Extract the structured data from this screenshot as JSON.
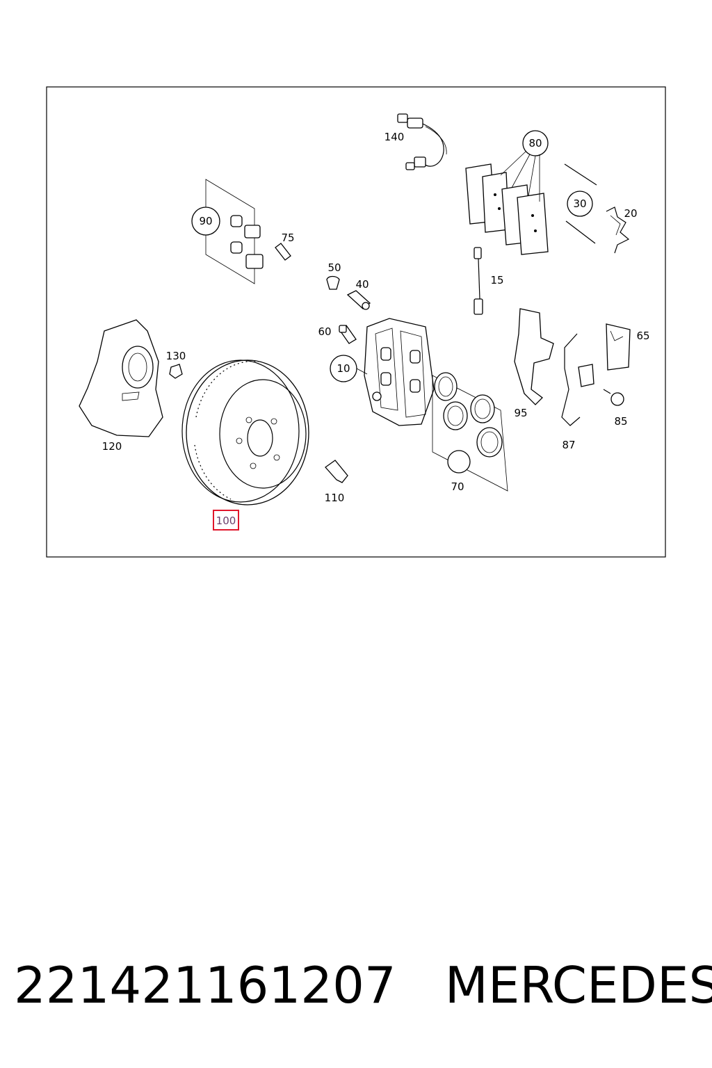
{
  "diagram": {
    "callouts": [
      "140",
      "80",
      "30",
      "20",
      "90",
      "75",
      "50",
      "40",
      "15",
      "60",
      "65",
      "130",
      "10",
      "120",
      "95",
      "85",
      "87",
      "110",
      "70",
      "100"
    ],
    "highlighted_callout": "100",
    "highlight_color": "#e0162b"
  },
  "footer": {
    "part_number": "221421161207",
    "brand": "MERCEDES"
  }
}
